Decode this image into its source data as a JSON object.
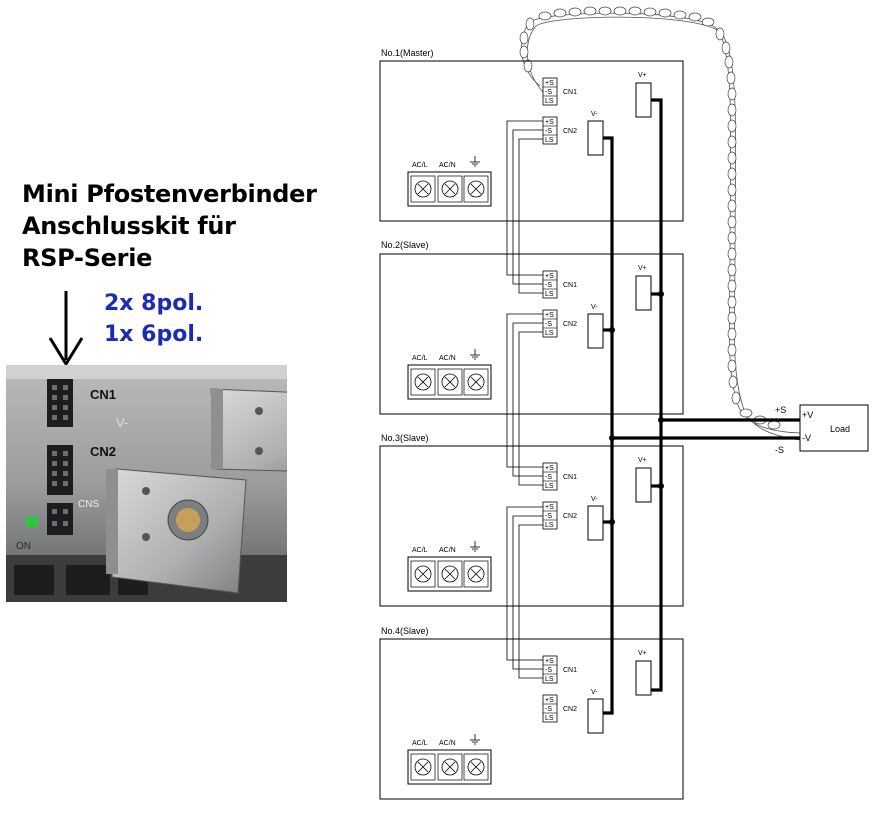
{
  "caption": {
    "line1": "Mini Pfostenverbinder",
    "line2": "Anschlusskit für",
    "line3": "RSP-Serie",
    "pins1": "2x 8pol.",
    "pins2": "1x 6pol."
  },
  "photo_labels": {
    "cn1": "CN1",
    "cn2": "CN2",
    "v_minus": "V-",
    "cns": "CNS",
    "on": "ON"
  },
  "units": [
    {
      "name": "No.1(Master)"
    },
    {
      "name": "No.2(Slave)"
    },
    {
      "name": "No.3(Slave)"
    },
    {
      "name": "No.4(Slave)"
    }
  ],
  "unit_labels": {
    "cn1": "CN1",
    "cn2": "CN2",
    "v_plus": "V+",
    "v_minus": "V-",
    "ac_l": "AC/L",
    "ac_n": "AC/N",
    "pin_ps": "+S",
    "pin_ms": "-S",
    "pin_ls": "LS"
  },
  "load": {
    "label": "Load",
    "plus_v": "+V",
    "minus_v": "-V",
    "plus_s": "+S",
    "minus_s": "-S"
  },
  "colors": {
    "caption_text": "#000000",
    "pins_text": "#1b2bb5",
    "led_green": "#28c83a"
  },
  "icons": {
    "ground": "ground-icon",
    "terminal": "screw-terminal-icon",
    "arrow": "arrow-down-icon"
  }
}
